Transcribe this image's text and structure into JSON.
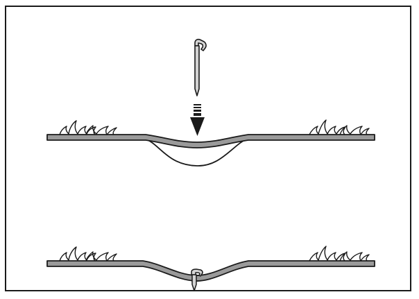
{
  "figure": {
    "panels": [
      {
        "id": "before",
        "stage": "peg-inserted"
      },
      {
        "id": "after",
        "stage": "wire-pinned"
      }
    ],
    "colors": {
      "outline": "#1a1a1a",
      "wire_fill": "#9a9a9a",
      "peg_fill": "#d4d4d4",
      "background": "#ffffff"
    },
    "icons": [
      "peg-icon",
      "down-arrow-icon",
      "grass-tuft-icon"
    ]
  }
}
